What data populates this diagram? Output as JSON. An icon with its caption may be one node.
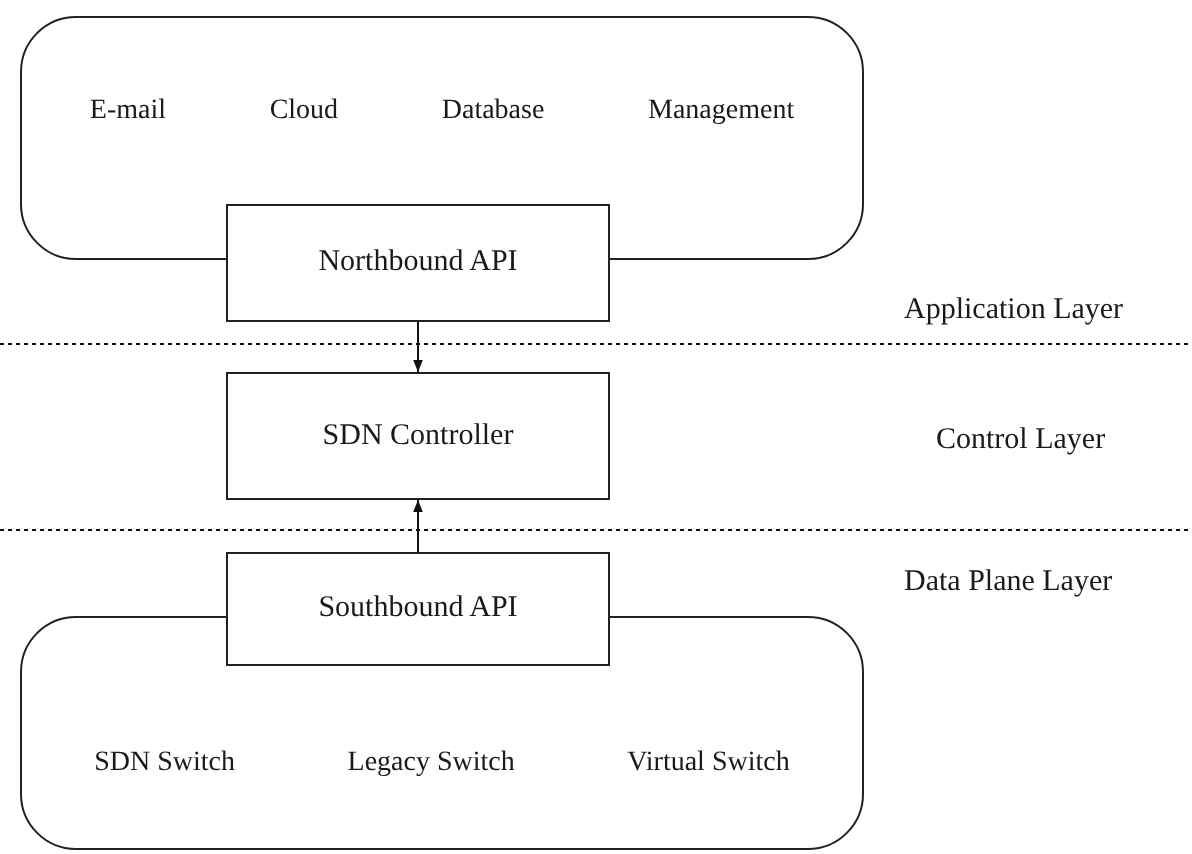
{
  "diagram": {
    "nodes": [
      {
        "text": [
          "E-mail",
          "Cloud",
          "Database",
          "Management"
        ]
      },
      {
        "text": [
          "Northbound API"
        ]
      },
      {
        "text": [
          "SDN Controller"
        ]
      },
      {
        "text": [
          "Southbound API"
        ]
      },
      {
        "text": [
          "SDN Switch",
          "Legacy Switch",
          "Virtual Switch"
        ]
      }
    ],
    "edges": [
      {
        "from": 1,
        "to": 2,
        "arrow": "to"
      },
      {
        "from": 3,
        "to": 2,
        "arrow": "to"
      }
    ],
    "labels": [
      "Application Layer",
      "Control Layer",
      "Data Plane Layer"
    ]
  }
}
